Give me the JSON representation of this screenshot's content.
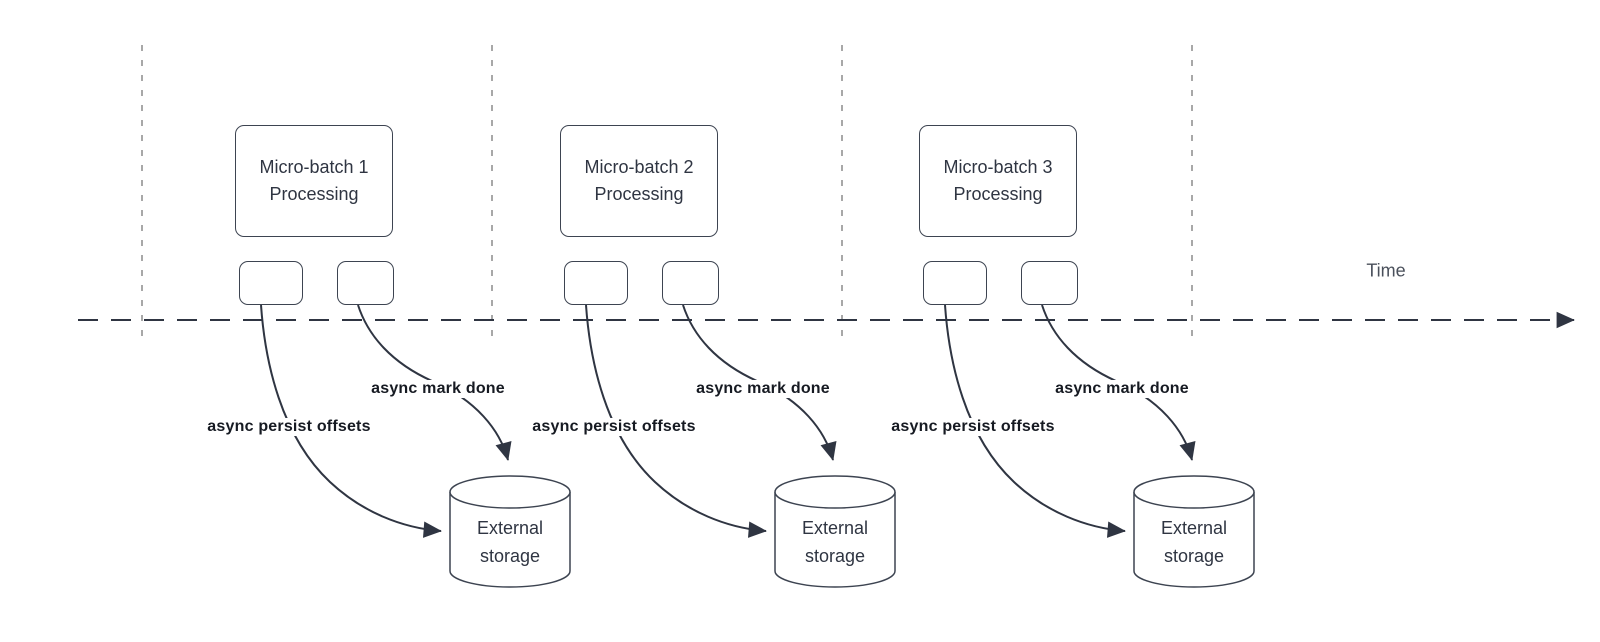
{
  "timeline": {
    "label": "Time"
  },
  "sections": [
    {
      "box_line1": "Micro-batch 1",
      "box_line2": "Processing",
      "persist_arrow_label": "async persist offsets",
      "done_arrow_label": "async mark done",
      "storage_line1": "External",
      "storage_line2": "storage"
    },
    {
      "box_line1": "Micro-batch 2",
      "box_line2": "Processing",
      "persist_arrow_label": "async persist offsets",
      "done_arrow_label": "async mark done",
      "storage_line1": "External",
      "storage_line2": "storage"
    },
    {
      "box_line1": "Micro-batch 3",
      "box_line2": "Processing",
      "persist_arrow_label": "async persist offsets",
      "done_arrow_label": "async mark done",
      "storage_line1": "External",
      "storage_line2": "storage"
    }
  ],
  "colors": {
    "shape_stroke": "#3d4451",
    "shape_text": "#2f3542",
    "arrow_stroke": "#2f3542",
    "edge_label_text": "#161a22",
    "guide_line": "#a8a8a8",
    "background": "#ffffff",
    "time_text": "#4a505b"
  }
}
